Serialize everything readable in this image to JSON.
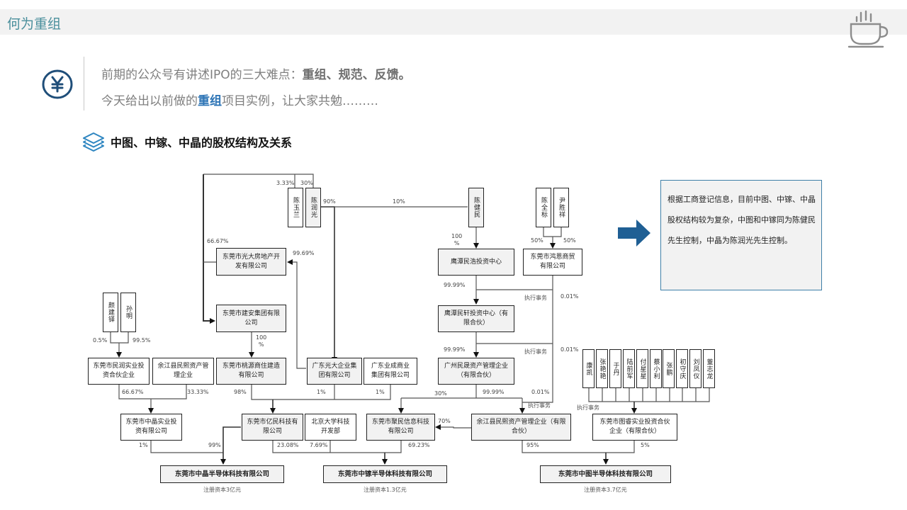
{
  "header": {
    "title": "何为重组",
    "cup_icon": "coffee-cup-icon"
  },
  "intro": {
    "icon": "yen-circle-icon",
    "line1_prefix": "前期的公众号有讲述IPO的三大难点：",
    "line1_bold": "重组、规范、反馈。",
    "line2_prefix": "今天给出以前做的",
    "line2_highlight": "重组",
    "line2_suffix": "项目实例，让大家共勉………"
  },
  "section": {
    "icon": "layers-icon",
    "title": "中图、中镓、中晶的股权结构及关系"
  },
  "note": {
    "text": "根据工商登记信息，目前中图、中镓、中晶股权结构较为复杂，中图和中镓同为陈健民先生控制，中晶为陈润光先生控制。",
    "arrow_icon": "right-arrow-icon"
  },
  "diagram": {
    "persons": {
      "chen_yulan": "陈玉兰",
      "chen_runguang": "陈润光",
      "chen_jianmin": "陈健民",
      "chen_quanbiao": "陈全标",
      "yin_shengxiang": "尹胜祥",
      "yan_jianduo": "颜建铎",
      "sun_ming": "孙明",
      "kang_kai": "康凯",
      "zhang_yanyan": "张艳艳",
      "yu_dan": "于丹",
      "lu_qianjun": "陆前军",
      "fu_xingxing": "付星星",
      "cai_xiaoli": "蔡小利",
      "zhang_peng": "张鹏",
      "chu_shouqing": "初守庆",
      "liu_fengyi": "刘凤仪",
      "dong_zhilong": "董志龙"
    },
    "entities": {
      "guangda_realty": "东莞市光大房地产开发有限公司",
      "jianan_group": "东莞市建安集团有限公司",
      "taoyuan_building": "东莞市桃源商住建造有限公司",
      "minrun_invest": "东莞市民润实业投资合伙企业",
      "yujiang_minhui": "余江县民熙资产管理企业",
      "guangda_group": "广东光大企业集团有限公司",
      "yecheng_group": "广东业成商业集团有限公司",
      "zhongjing_industry": "东莞市中晶实业投资有限公司",
      "yimin_tech": "东莞市亿民科技有限公司",
      "pku_dev": "北京大学科技开发部",
      "jumin_info": "东莞市聚民信息科技有限公司",
      "yingtan_minhao": "鹰潭民浩投资中心",
      "hongen_trade": "东莞市鸿恩商贸有限公司",
      "yingtan_minxuan": "鹰潭民轩投资中心（有限合伙）",
      "guangzhou_minsheng": "广州民晟资产管理企业（有限合伙）",
      "yujiang_minxi_lp": "余江县民熙资产管理企业（有限合伙）",
      "tuxin_invest": "东莞市图睿实业投资合伙企业（有限合伙）"
    },
    "finals": {
      "zhongjing": {
        "name": "东莞市中晶半导体科技有限公司",
        "capital": "注册资本3亿元"
      },
      "zhongjia": {
        "name": "东莞市中镓半导体科技有限公司",
        "capital": "注册资本1.3亿元"
      },
      "zhongtu": {
        "name": "东莞市中图半导体科技有限公司",
        "capital": "注册资本3.7亿元"
      }
    },
    "labels": {
      "p_3_33": "3.33%",
      "p_30_top": "30%",
      "p_90": "90%",
      "p_10": "10%",
      "p_66_67_top": "66.67%",
      "p_99_69": "99.69%",
      "p_100_a": "100\n%",
      "p_100_b": "100\n%",
      "p_50_a": "50%",
      "p_50_b": "50%",
      "p_99_99_a": "99.99%",
      "p_99_99_b": "99.99%",
      "p_99_99_c": "99.99%",
      "p_0_01_a": "0.01%",
      "p_0_01_b": "0.01%",
      "p_0_01_c": "0.01%",
      "p_0_5": "0.5%",
      "p_99_5": "99.5%",
      "p_66_67": "66.67%",
      "p_33_33": "33.33%",
      "p_98": "98%",
      "p_1_a": "1%",
      "p_1_b": "1%",
      "p_30": "30%",
      "p_70": "70%",
      "p_1_c": "1%",
      "p_99": "99%",
      "p_23_08": "23.08%",
      "p_7_69": "7.69%",
      "p_69_23": "69.23%",
      "p_95": "95%",
      "p_5": "5%",
      "gp_a": "执行事务",
      "gp_b": "执行事务",
      "gp_c": "执行事务",
      "gp_d": "执行事务"
    }
  }
}
